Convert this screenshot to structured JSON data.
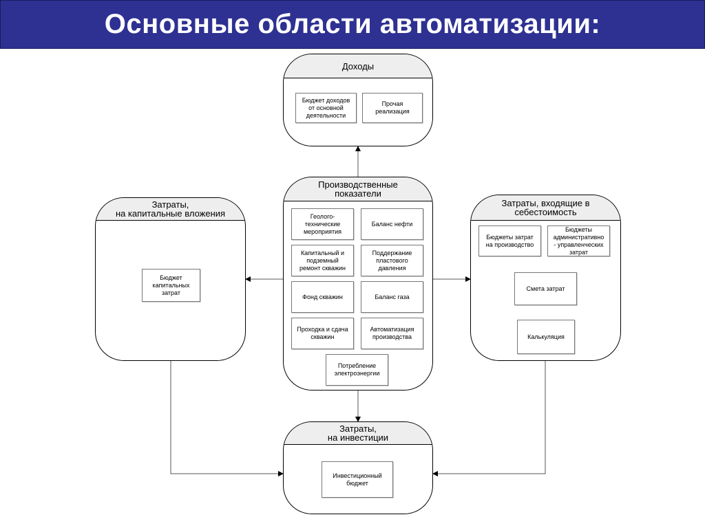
{
  "slide": {
    "title": "Основные области автоматизации:"
  },
  "blocks": {
    "income": {
      "header": "Доходы",
      "boxes": [
        "Бюджет доходов\nот основной\nдеятельности",
        "Прочая\nреализация"
      ]
    },
    "production": {
      "header": "Производственные\nпоказатели",
      "boxes": [
        "Геолого-\nтехнические\nмероприятия",
        "Баланс нефти",
        "Капитальный и\nподземный\nремонт скважин",
        "Поддержание\nпластового\nдавления",
        "Фонд скважин",
        "Баланс газа",
        "Проходка и сдача\nскважин",
        "Автоматизация\nпроизводства",
        "Потребление\nэлектроэнергии"
      ]
    },
    "capital": {
      "header": "Затраты,\nна капитальные вложения",
      "boxes": [
        "Бюджет\nкапитальных\nзатрат"
      ]
    },
    "cost": {
      "header": "Затраты, входящие в\nсебестоимость",
      "boxes": [
        "Бюджеты затрат\nна производство",
        "Бюджеты\nадминистративно\n- управленческих\nзатрат",
        "Смета затрат",
        "Калькуляция"
      ]
    },
    "investment": {
      "header": "Затраты,\nна инвестиции",
      "boxes": [
        "Инвестиционный\nбюджет"
      ]
    }
  }
}
